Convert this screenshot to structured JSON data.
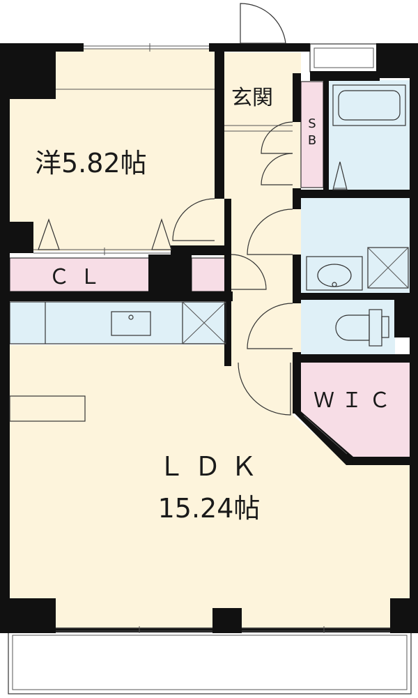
{
  "rooms": {
    "western_room": {
      "label": "洋5.82帖"
    },
    "entrance": {
      "label": "玄関"
    },
    "shoe_box": {
      "line1": "S",
      "line2": "B"
    },
    "closet": {
      "label": "ＣＬ"
    },
    "walk_in_closet": {
      "label": "ＷＩＣ"
    },
    "ldk": {
      "line1": "ＬＤＫ",
      "line2": "15.24帖"
    }
  },
  "colors": {
    "floor": "#fdf4dc",
    "wet_area": "#dff0f7",
    "storage": "#f7dde6",
    "wall": "#111111",
    "outline": "#333333"
  }
}
